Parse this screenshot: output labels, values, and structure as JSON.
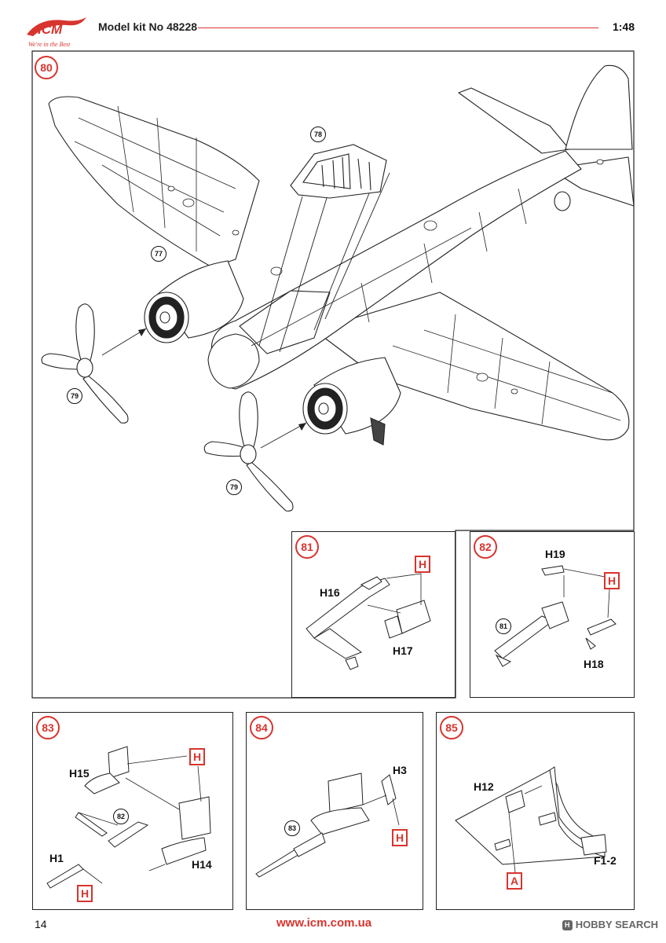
{
  "header": {
    "brand": "ICM",
    "tagline": "We're in the Best",
    "kit_title": "Model kit No 48228",
    "scale": "1:48"
  },
  "steps": {
    "s80": {
      "number": "80",
      "refs": [
        "78",
        "77",
        "79",
        "79"
      ]
    },
    "s81": {
      "number": "81",
      "parts": [
        "H16",
        "H17"
      ],
      "sprue": "H"
    },
    "s82": {
      "number": "82",
      "parts": [
        "H19",
        "H18"
      ],
      "sprue": "H",
      "ref": "81"
    },
    "s83": {
      "number": "83",
      "parts": [
        "H15",
        "H1",
        "H14"
      ],
      "sprues": [
        "H",
        "H"
      ],
      "ref": "82"
    },
    "s84": {
      "number": "84",
      "parts": [
        "H3"
      ],
      "sprue": "H",
      "ref": "83"
    },
    "s85": {
      "number": "85",
      "parts": [
        "H12",
        "F1-2"
      ],
      "sprue": "A"
    }
  },
  "footer": {
    "page_number": "14",
    "url": "www.icm.com.ua",
    "watermark": "HOBBY SEARCH",
    "watermark_icon": "H"
  },
  "colors": {
    "accent": "#d8342e",
    "line": "#222222"
  }
}
